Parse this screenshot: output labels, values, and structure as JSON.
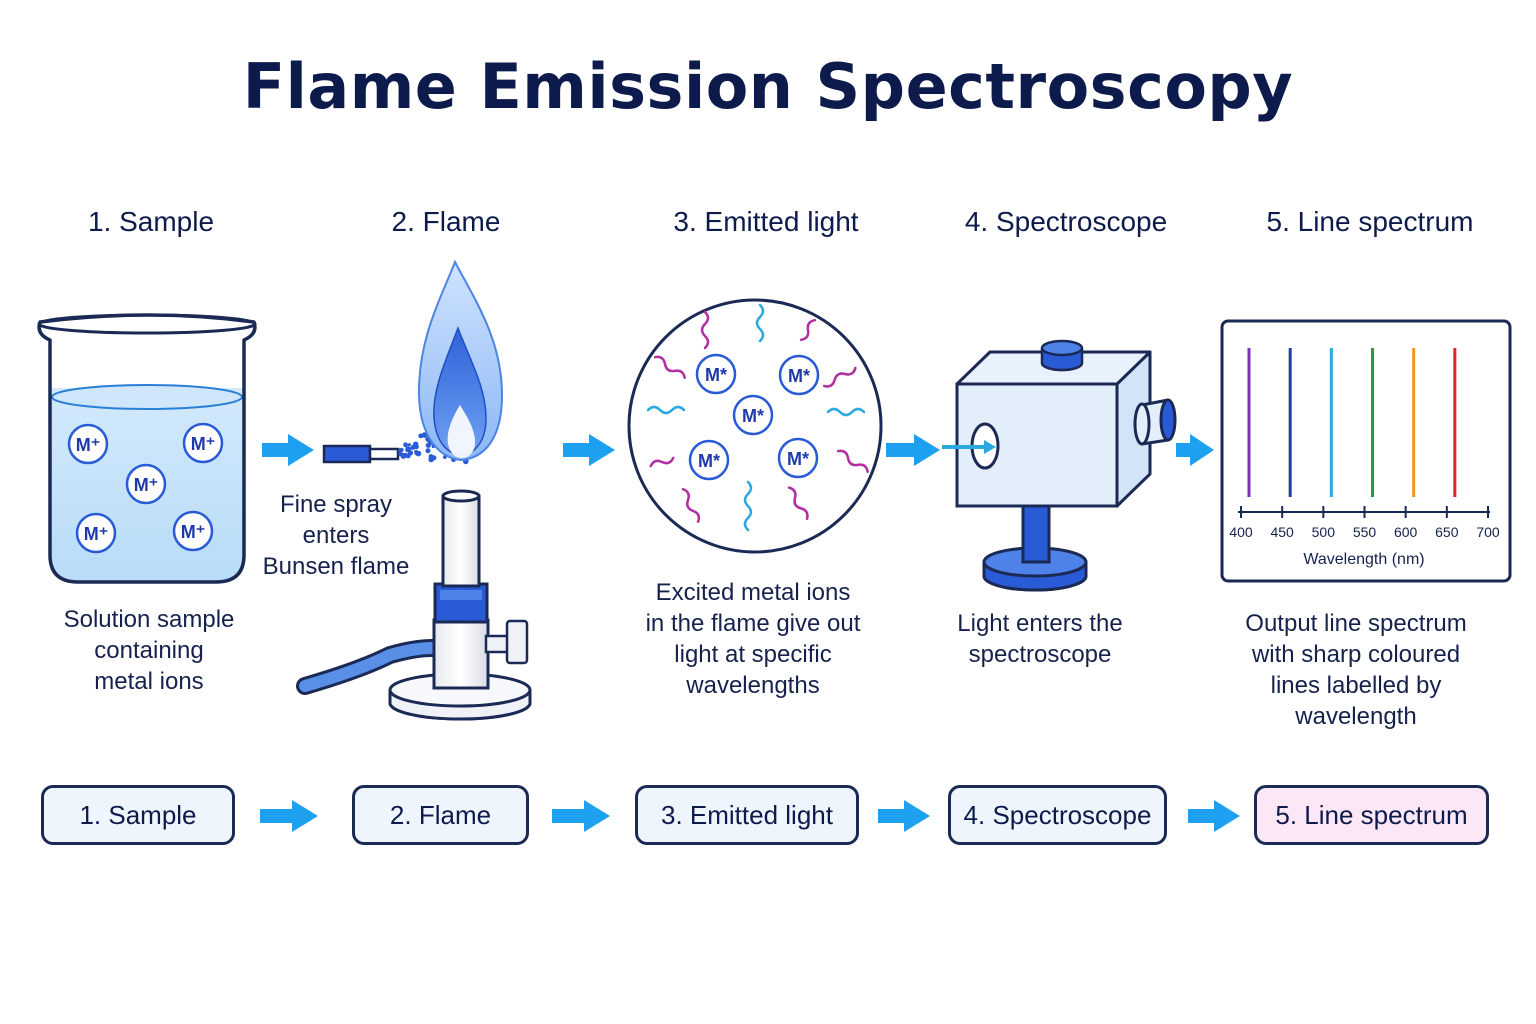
{
  "title": "Flame Emission Spectroscopy",
  "steps": [
    {
      "title": "1. Sample",
      "caption": [
        "Solution sample",
        "containing",
        "metal ions"
      ]
    },
    {
      "title": "2. Flame",
      "caption": [
        "Fine spray",
        "enters",
        "Bunsen flame"
      ]
    },
    {
      "title": "3. Emitted light",
      "caption": [
        "Excited metal ions",
        "in the flame give out",
        "light at specific",
        "wavelengths"
      ]
    },
    {
      "title": "4. Spectroscope",
      "caption": [
        "Light enters the",
        "spectroscope"
      ]
    },
    {
      "title": "5. Line spectrum",
      "caption": [
        "Output line spectrum",
        "with sharp coloured",
        "lines labelled by",
        "wavelength"
      ]
    }
  ],
  "ions": {
    "ground_label": "M⁺",
    "excited_label": "M*"
  },
  "spectrum": {
    "xlabel": "Wavelength (nm)",
    "ticks": [
      "400",
      "450",
      "500",
      "550",
      "600",
      "650",
      "700"
    ],
    "lines": [
      {
        "wavelength_nm": 400,
        "color": "#7b2fbf"
      },
      {
        "wavelength_nm": 450,
        "color": "#1e3ea8"
      },
      {
        "wavelength_nm": 500,
        "color": "#2aa8e0"
      },
      {
        "wavelength_nm": 550,
        "color": "#2a9a3a"
      },
      {
        "wavelength_nm": 600,
        "color": "#f29a1e"
      },
      {
        "wavelength_nm": 650,
        "color": "#d62a2a"
      }
    ]
  },
  "flow": [
    "1. Sample",
    "2. Flame",
    "3. Emitted light",
    "4. Spectroscope",
    "5. Line spectrum"
  ],
  "colors": {
    "arrow": "#1ea0f0",
    "outline": "#1b2a55",
    "accent_blue": "#2a5bd7"
  }
}
